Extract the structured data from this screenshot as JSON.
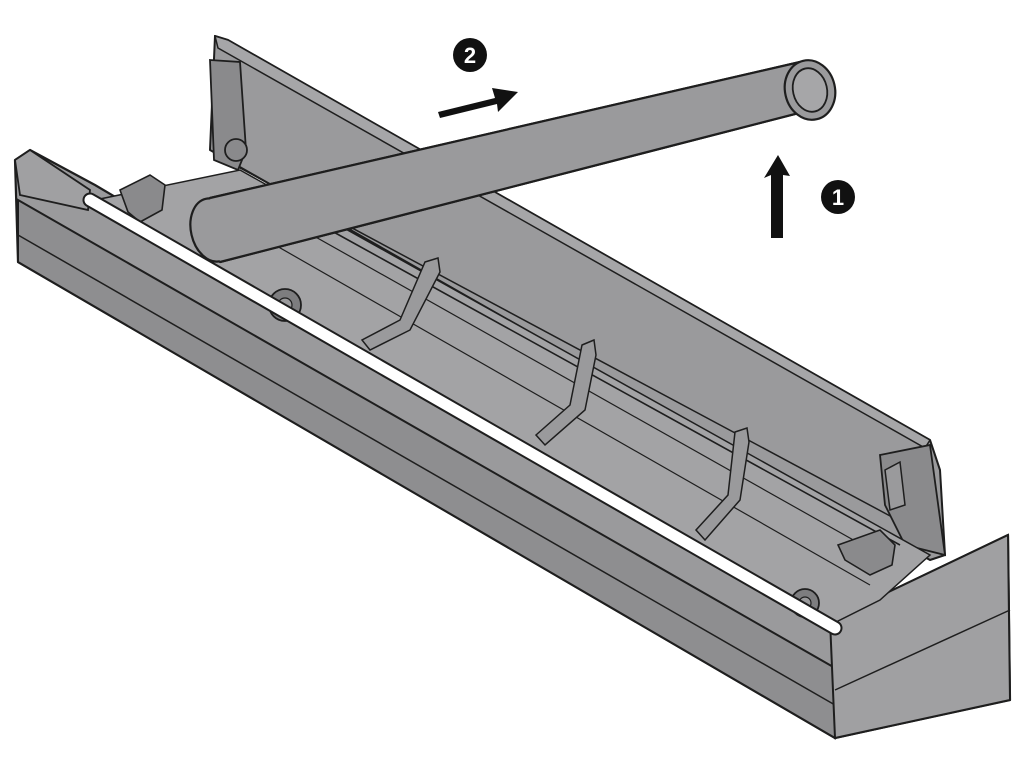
{
  "colors": {
    "background": "#ffffff",
    "body_fill": "#9a9a9c",
    "body_dark": "#8a8a8c",
    "body_light": "#a6a6a8",
    "outline": "#1e1e1e",
    "rod_white": "#ffffff",
    "badge_fill": "#111111",
    "badge_text": "#ffffff"
  },
  "steps": [
    {
      "number": "1",
      "direction": "up",
      "icon": "arrow-up-icon"
    },
    {
      "number": "2",
      "direction": "right",
      "icon": "arrow-right-icon"
    }
  ],
  "parts": {
    "roll": "cardboard-tube-roll",
    "housing": "dispenser-housing",
    "lid": "open-lid",
    "cutter_bar": "white-cutter-bar"
  }
}
